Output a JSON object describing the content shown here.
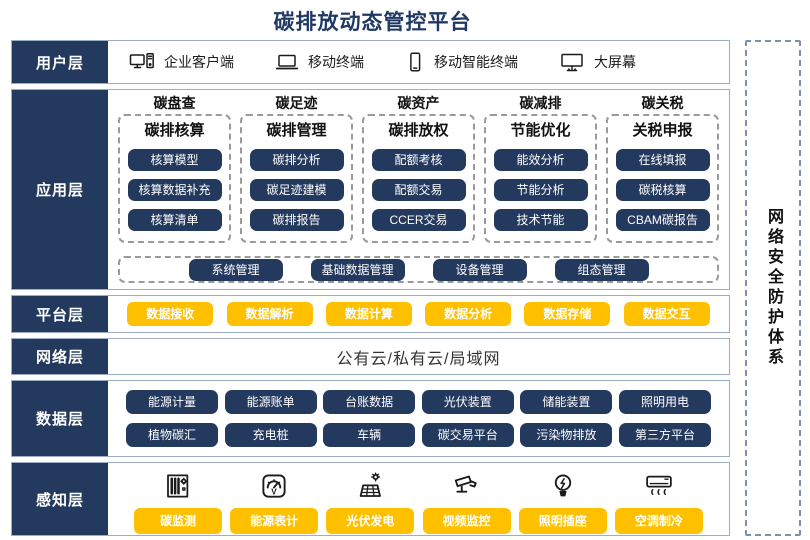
{
  "title": "碳排放动态管控平台",
  "colors": {
    "navy": "#24395E",
    "title_navy": "#1F3864",
    "yellow": "#FFC000",
    "border": "#9DADC8"
  },
  "security_bar": {
    "label": "网络安全防护体系"
  },
  "layers": {
    "user": {
      "label": "用户层",
      "items": [
        {
          "icon": "desktop-computer-icon",
          "label": "企业客户端"
        },
        {
          "icon": "laptop-icon",
          "label": "移动终端"
        },
        {
          "icon": "smartphone-icon",
          "label": "移动智能终端"
        },
        {
          "icon": "large-screen-icon",
          "label": "大屏幕"
        }
      ]
    },
    "app": {
      "label": "应用层",
      "groups": [
        {
          "header": "碳盘查",
          "subheader": "碳排核算",
          "buttons": [
            "核算模型",
            "核算数据补充",
            "核算清单"
          ]
        },
        {
          "header": "碳足迹",
          "subheader": "碳排管理",
          "buttons": [
            "碳排分析",
            "碳足迹建模",
            "碳排报告"
          ]
        },
        {
          "header": "碳资产",
          "subheader": "碳排放权",
          "buttons": [
            "配额考核",
            "配额交易",
            "CCER交易"
          ]
        },
        {
          "header": "碳减排",
          "subheader": "节能优化",
          "buttons": [
            "能效分析",
            "节能分析",
            "技术节能"
          ]
        },
        {
          "header": "碳关税",
          "subheader": "关税申报",
          "buttons": [
            "在线填报",
            "碳税核算",
            "CBAM碳报告"
          ]
        }
      ],
      "common_buttons": [
        "系统管理",
        "基础数据管理",
        "设备管理",
        "组态管理"
      ]
    },
    "platform": {
      "label": "平台层",
      "buttons": [
        "数据接收",
        "数据解析",
        "数据计算",
        "数据分析",
        "数据存储",
        "数据交互"
      ]
    },
    "network": {
      "label": "网络层",
      "text": "公有云/私有云/局域网"
    },
    "data": {
      "label": "数据层",
      "row1": [
        "能源计量",
        "能源账单",
        "台账数据",
        "光伏装置",
        "储能装置",
        "照明用电"
      ],
      "row2": [
        "植物碳汇",
        "充电桩",
        "车辆",
        "碳交易平台",
        "污染物排放",
        "第三方平台"
      ]
    },
    "sensing": {
      "label": "感知层",
      "items": [
        {
          "icon": "carbon-monitor-icon",
          "label": "碳监测"
        },
        {
          "icon": "energy-meter-icon",
          "label": "能源表计"
        },
        {
          "icon": "solar-panel-icon",
          "label": "光伏发电"
        },
        {
          "icon": "cctv-camera-icon",
          "label": "视频监控"
        },
        {
          "icon": "light-bulb-icon",
          "label": "照明插座"
        },
        {
          "icon": "air-conditioner-icon",
          "label": "空调制冷"
        }
      ]
    }
  }
}
